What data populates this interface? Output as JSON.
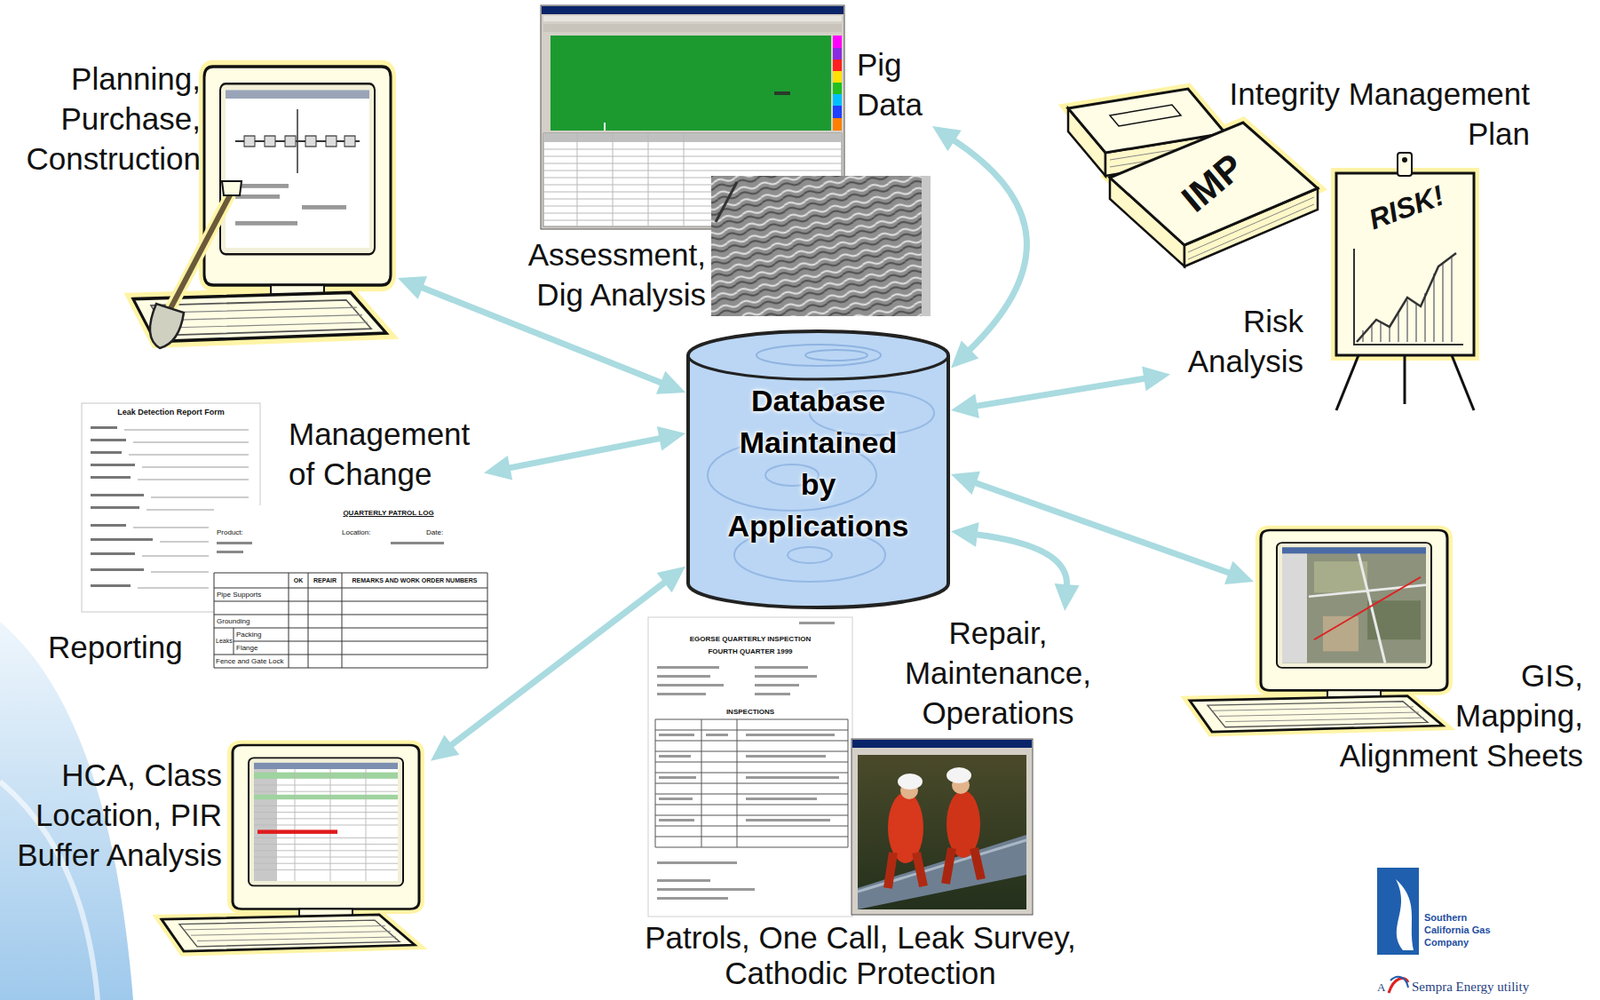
{
  "diagram": {
    "nodes": [
      {
        "text": [
          "Planning, Purchase, Construction"
        ]
      },
      {
        "text": [
          "Pig Data"
        ]
      },
      {
        "text": [
          "Risk Analysis"
        ]
      },
      {
        "text": [
          "Management of Change"
        ]
      },
      {
        "text": [
          "Database Maintained by Applications"
        ]
      },
      {
        "text": [
          "Repair, Maintenance, Operations"
        ]
      },
      {
        "text": [
          "GIS, Mapping, Alignment Sheets"
        ]
      },
      {
        "text": [
          "HCA, Class Location, PIR Buffer Analysis"
        ]
      }
    ],
    "edges": [
      {
        "from": 4,
        "to": 0,
        "arrow": "both"
      },
      {
        "from": 4,
        "to": 1,
        "arrow": "both"
      },
      {
        "from": 4,
        "to": 2,
        "arrow": "both"
      },
      {
        "from": 4,
        "to": 3,
        "arrow": "both"
      },
      {
        "from": 4,
        "to": 5,
        "arrow": "both"
      },
      {
        "from": 4,
        "to": 6,
        "arrow": "both"
      },
      {
        "from": 4,
        "to": 7,
        "arrow": "both"
      }
    ],
    "labels": [
      "Assessment, Dig Analysis",
      "Integrity Management Plan",
      "IMP",
      "RISK!",
      "Leak Detection Report Form",
      "QUARTERLY PATROL LOG",
      "Product:",
      "Location:",
      "Date:",
      "OK",
      "REPAIR",
      "REMARKS AND WORK ORDER NUMBERS",
      "Pipe Supports",
      "Grounding",
      "Leaks",
      "Packing",
      "Flange",
      "Fence and Gate Lock",
      "Reporting",
      "EGORSE QUARTERLY INSPECTION",
      "FOURTH QUARTER 1999",
      "INSPECTIONS",
      "Patrols, One Call, Leak Survey, Cathodic Protection",
      "Southern California Gas Company",
      "A",
      "Sempra Energy utility"
    ]
  }
}
